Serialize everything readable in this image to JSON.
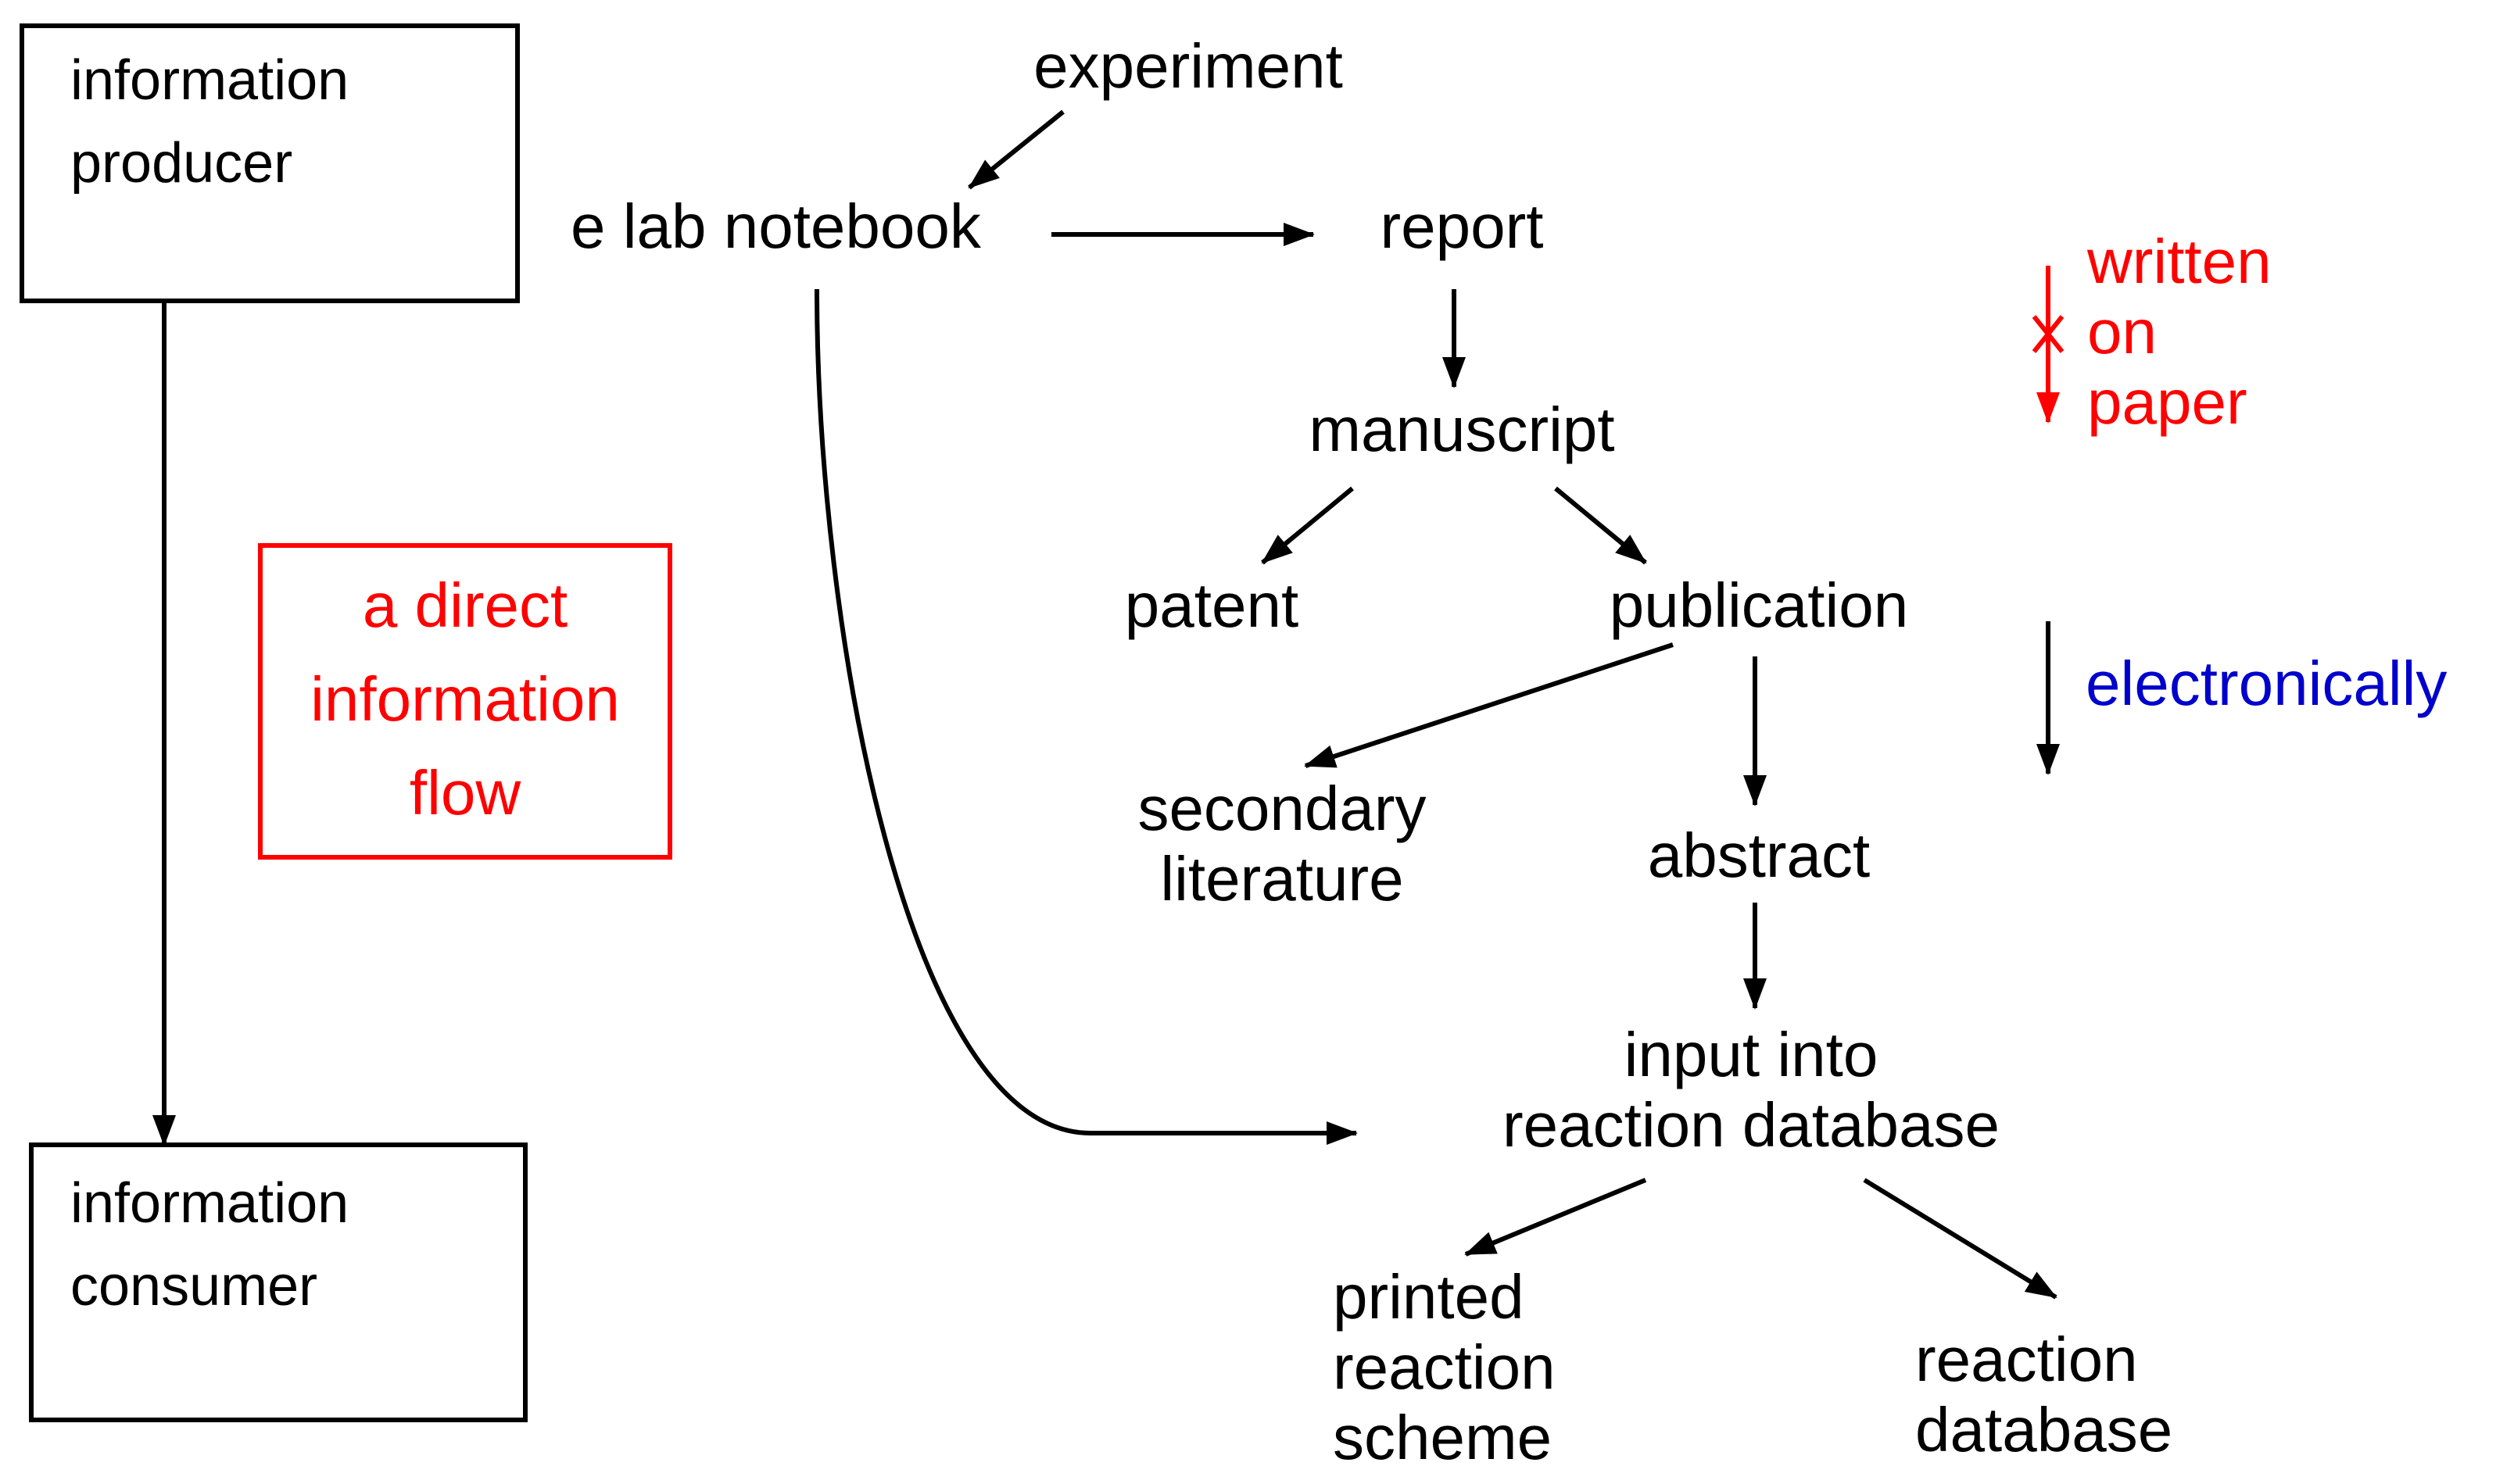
{
  "colors": {
    "ink": "#000000",
    "paper_flow": "#ff0000",
    "electronic_flow": "#0000cc"
  },
  "producer_box": {
    "label": "information\nproducer"
  },
  "consumer_box": {
    "label": "information\nconsumer"
  },
  "direct_flow_box": {
    "label": "a direct\ninformation\nflow"
  },
  "nodes": {
    "experiment": "experiment",
    "e_lab_notebook": "e lab notebook",
    "report": "report",
    "manuscript": "manuscript",
    "patent": "patent",
    "publication": "publication",
    "secondary_literature": "secondary\nliterature",
    "abstract": "abstract",
    "input_reaction_db": "input into\nreaction database",
    "printed_reaction_scheme": "printed\nreaction\nscheme",
    "reaction_database": "reaction\ndatabase"
  },
  "legend": {
    "paper": "written\non\npaper",
    "electronic": "electronically"
  }
}
